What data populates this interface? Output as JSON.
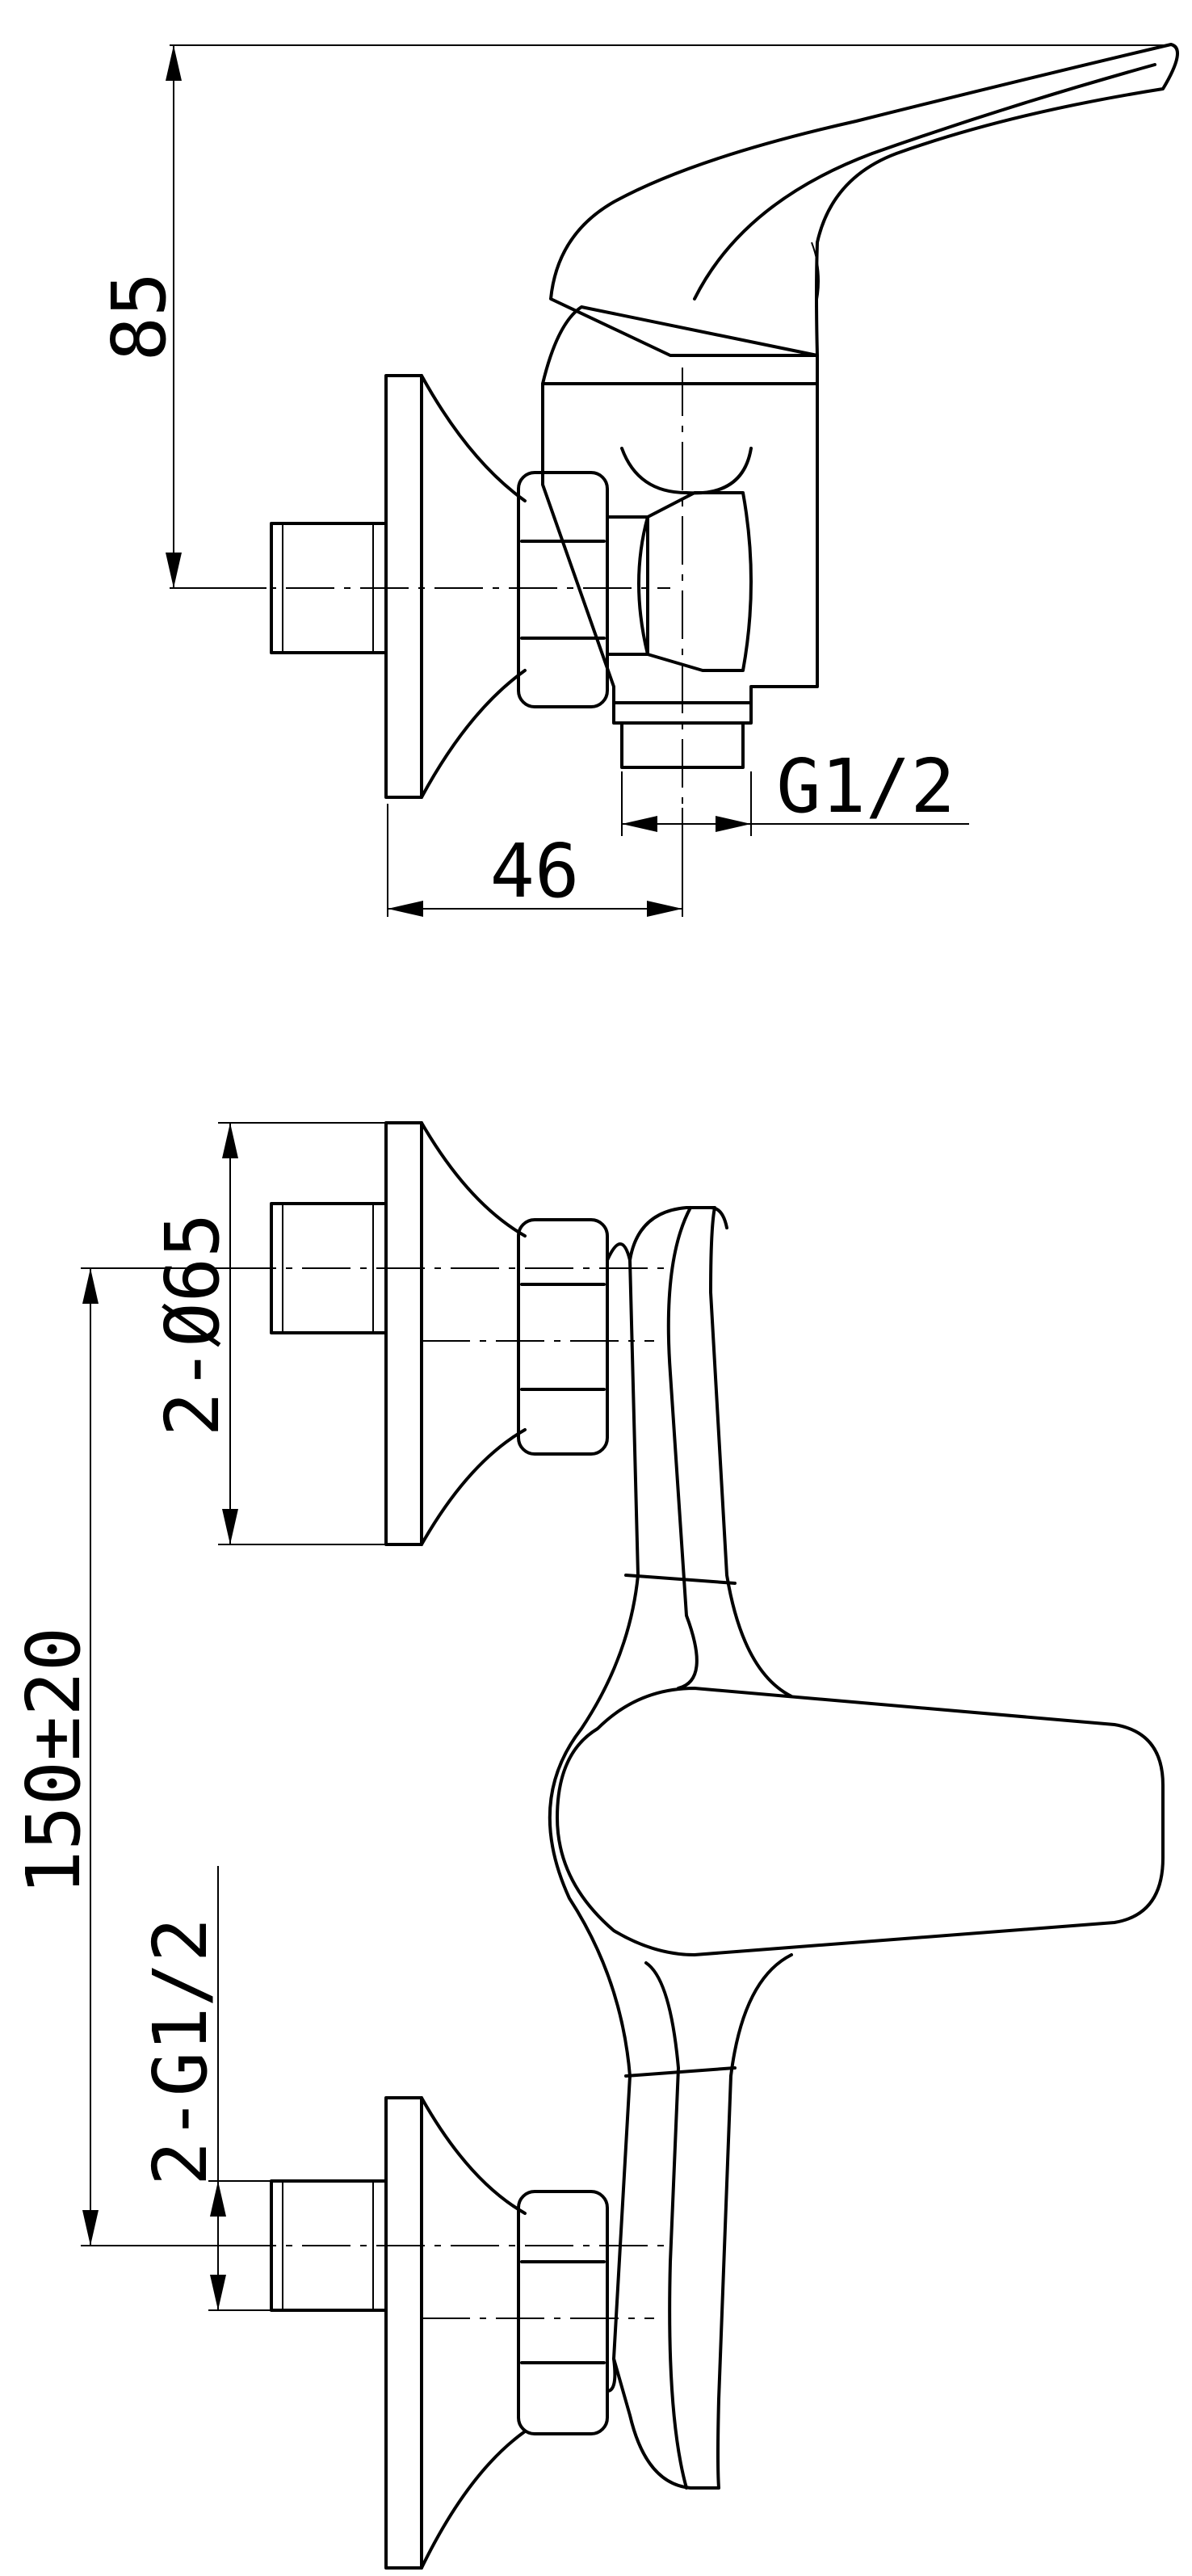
{
  "title": "",
  "labels": {
    "height": "85",
    "depth": "46",
    "thread": "G1/2",
    "flange": "2-Ø65",
    "spacing": "150±20",
    "inlets": "2-G1/2"
  }
}
